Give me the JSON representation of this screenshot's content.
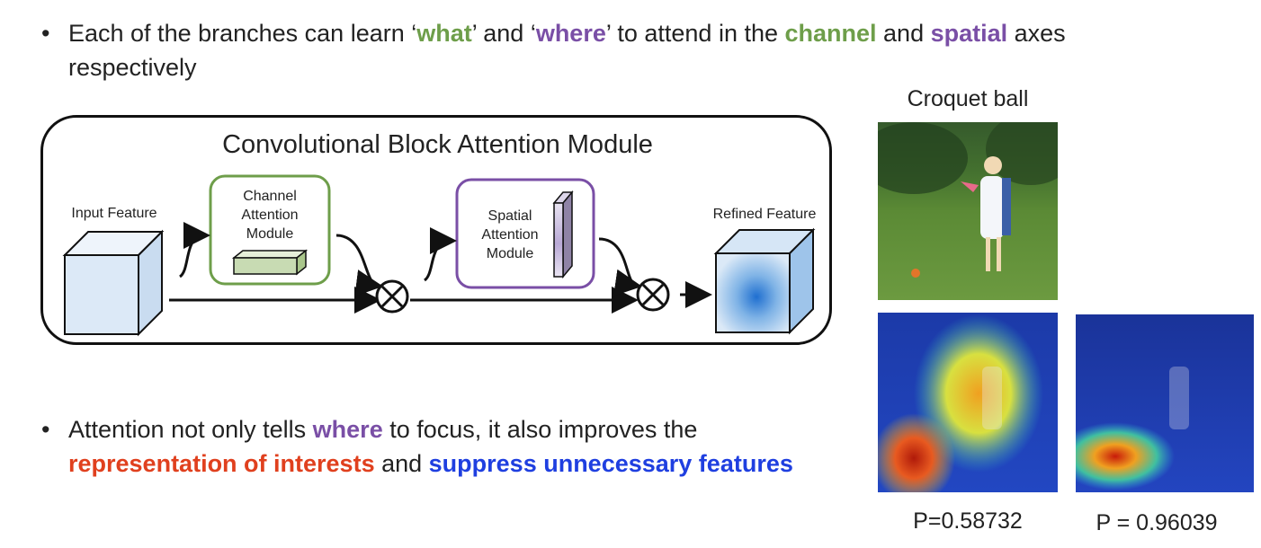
{
  "bullet1": {
    "t1": "Each of the branches can learn ‘",
    "what": "what",
    "t2": "’ and ‘",
    "where": "where",
    "t3": "’ to attend in the ",
    "channel": "channel",
    "t4": " and ",
    "spatial": "spatial",
    "t5": " axes respectively"
  },
  "diagram": {
    "title": "Convolutional Block Attention Module",
    "input_label": "Input Feature",
    "channel_label": "Channel Attention Module",
    "spatial_label": "Spatial Attention Module",
    "refined_label": "Refined Feature",
    "colors": {
      "channel": "#6e9e4a",
      "spatial": "#7a4fa6",
      "refined": "#3a7fd0"
    }
  },
  "bullet2": {
    "t1": "Attention not only tells ",
    "where": "where",
    "t2": " to focus, it also improves the ",
    "rep": "representation of interests",
    "t3": " and ",
    "suppress": "suppress unnecessary features"
  },
  "images": {
    "title": "Croquet ball",
    "p1": "P=0.58732",
    "p2": "P = 0.96039"
  }
}
